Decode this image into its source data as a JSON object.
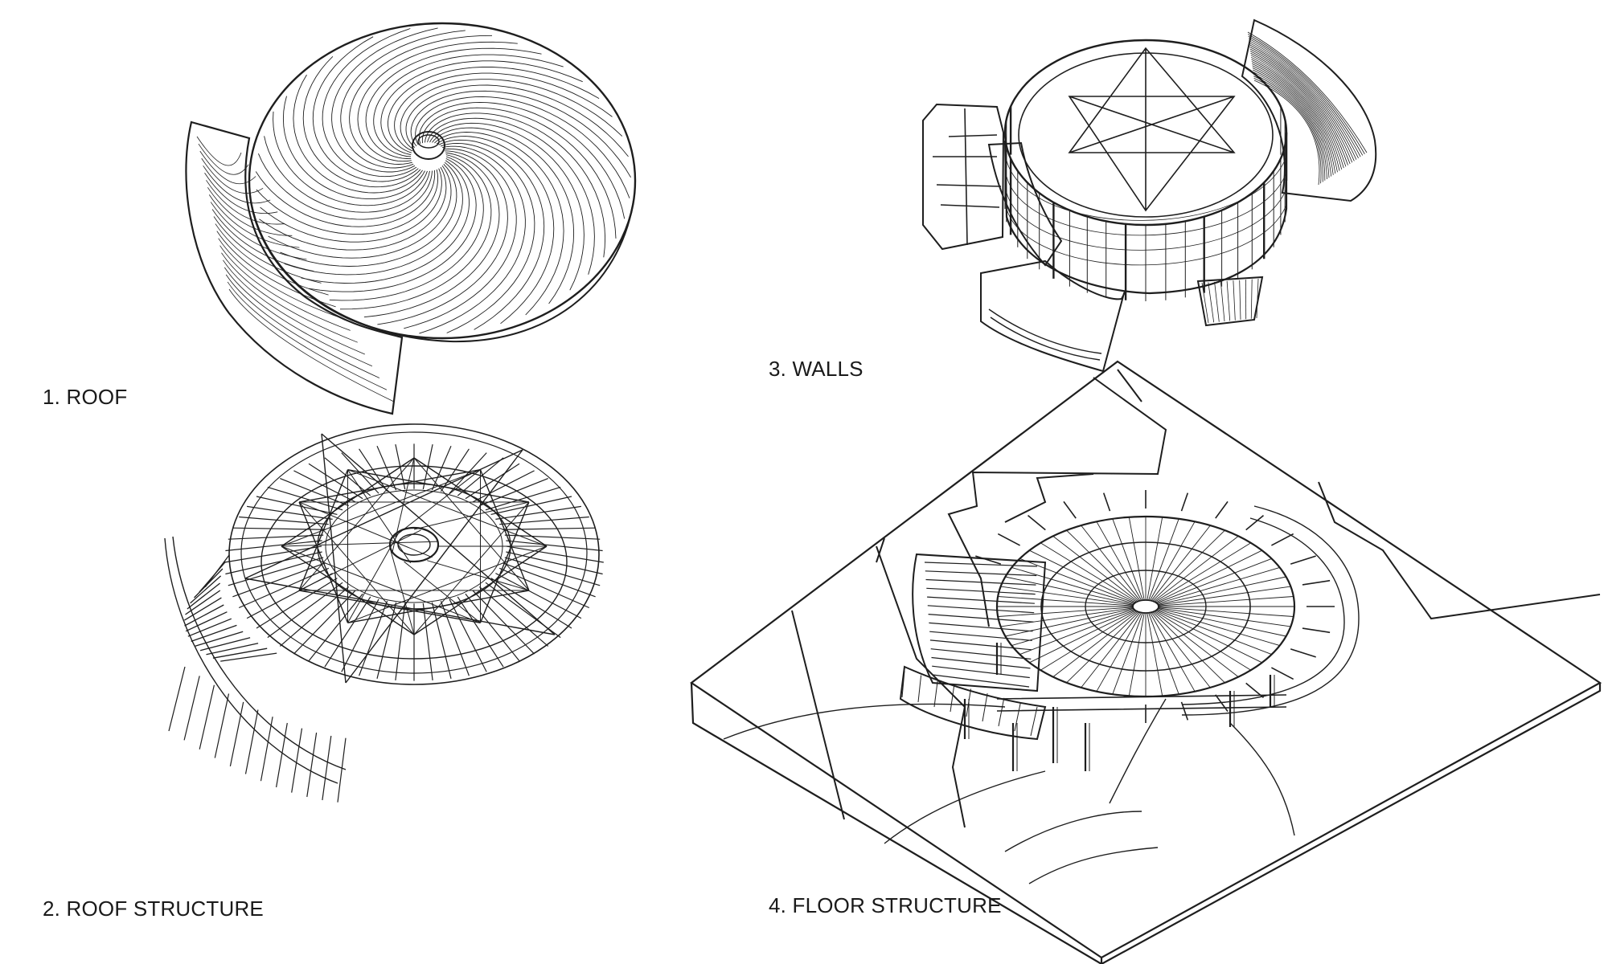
{
  "labels": {
    "roof": "1. ROOF",
    "roof_structure": "2. ROOF STRUCTURE",
    "walls": "3. WALLS",
    "floor_structure": "4. FLOOR STRUCTURE"
  },
  "colors": {
    "line": "#1e1e1e",
    "background": "#ffffff"
  }
}
